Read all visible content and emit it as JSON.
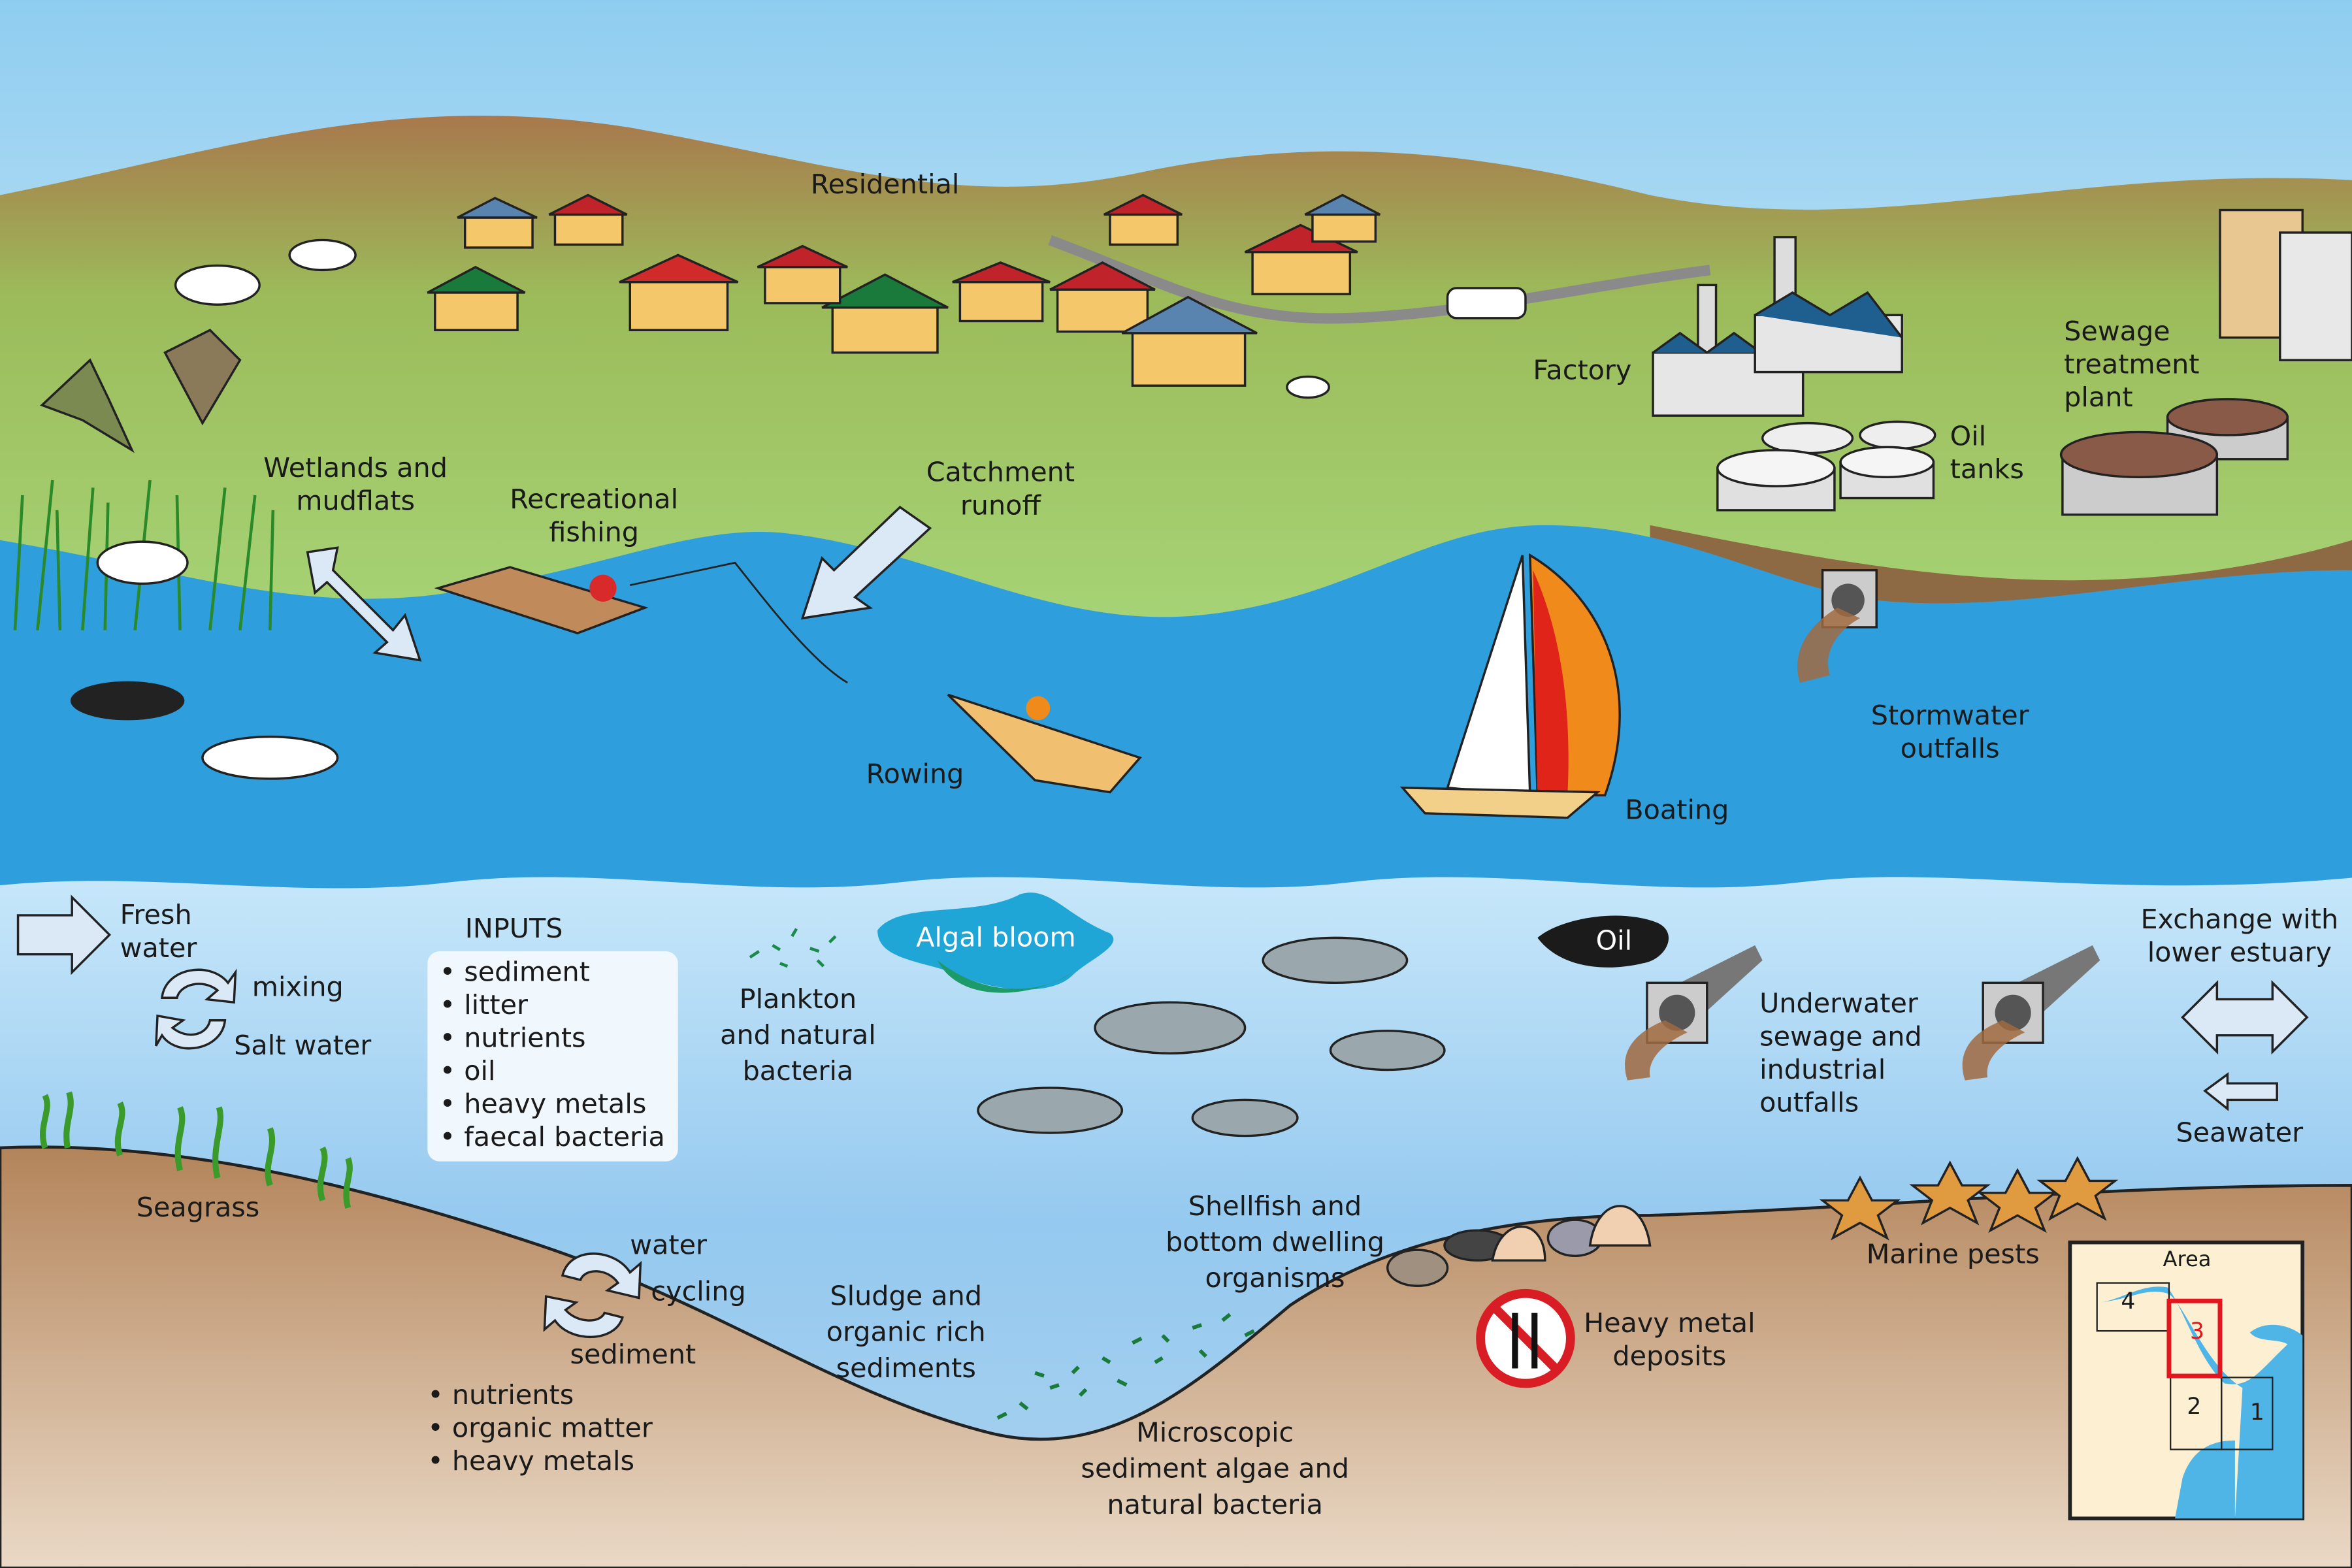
{
  "colors": {
    "sky": "#9dd3f2",
    "land_green": "#9ccc6a",
    "land_brown": "#a8784c",
    "surface_water": "#2e9fdc",
    "underwater": "#9dcdf0",
    "sediment": "#b98a5e",
    "highlight_red": "#e3161d"
  },
  "land": {
    "residential": "Residential",
    "wetlands": [
      "Wetlands and",
      "mudflats"
    ],
    "recreational_fishing": [
      "Recreational",
      "fishing"
    ],
    "catchment_runoff": [
      "Catchment",
      "runoff"
    ],
    "factory": "Factory",
    "sewage_plant": [
      "Sewage",
      "treatment",
      "plant"
    ],
    "oil_tanks": [
      "Oil",
      "tanks"
    ]
  },
  "surface": {
    "rowing": "Rowing",
    "boating": "Boating",
    "stormwater": [
      "Stormwater",
      "outfalls"
    ]
  },
  "water_column": {
    "fresh_water": [
      "Fresh",
      "water"
    ],
    "mixing": "mixing",
    "salt_water": "Salt water",
    "inputs_title": "INPUTS",
    "inputs": [
      "sediment",
      "litter",
      "nutrients",
      "oil",
      "heavy metals",
      "faecal bacteria"
    ],
    "algal_bloom": "Algal bloom",
    "plankton": [
      "Plankton",
      "and natural",
      "bacteria"
    ],
    "oil": "Oil",
    "underwater_outfalls": [
      "Underwater",
      "sewage and",
      "industrial",
      "outfalls"
    ],
    "exchange": [
      "Exchange with",
      "lower estuary"
    ],
    "seawater": "Seawater"
  },
  "bottom": {
    "seagrass": "Seagrass",
    "water": "water",
    "cycling": "cycling",
    "sediment": "sediment",
    "sediment_list": [
      "nutrients",
      "organic matter",
      "heavy metals"
    ],
    "sludge": [
      "Sludge and",
      "organic rich",
      "sediments"
    ],
    "microscopic": [
      "Microscopic",
      "sediment algae and",
      "natural bacteria"
    ],
    "shellfish": [
      "Shellfish and",
      "bottom dwelling",
      "organisms"
    ],
    "heavy_metal": [
      "Heavy metal",
      "deposits"
    ],
    "marine_pests": "Marine pests"
  },
  "inset_map": {
    "title": "Area",
    "areas": [
      "1",
      "2",
      "3",
      "4"
    ],
    "selected_area": "3"
  },
  "icons": [
    "no-eating-icon",
    "fish-icon",
    "house-icon",
    "factory-icon",
    "sailboat-icon",
    "rowboat-icon",
    "outfall-pipe-icon",
    "arrow-icon"
  ]
}
